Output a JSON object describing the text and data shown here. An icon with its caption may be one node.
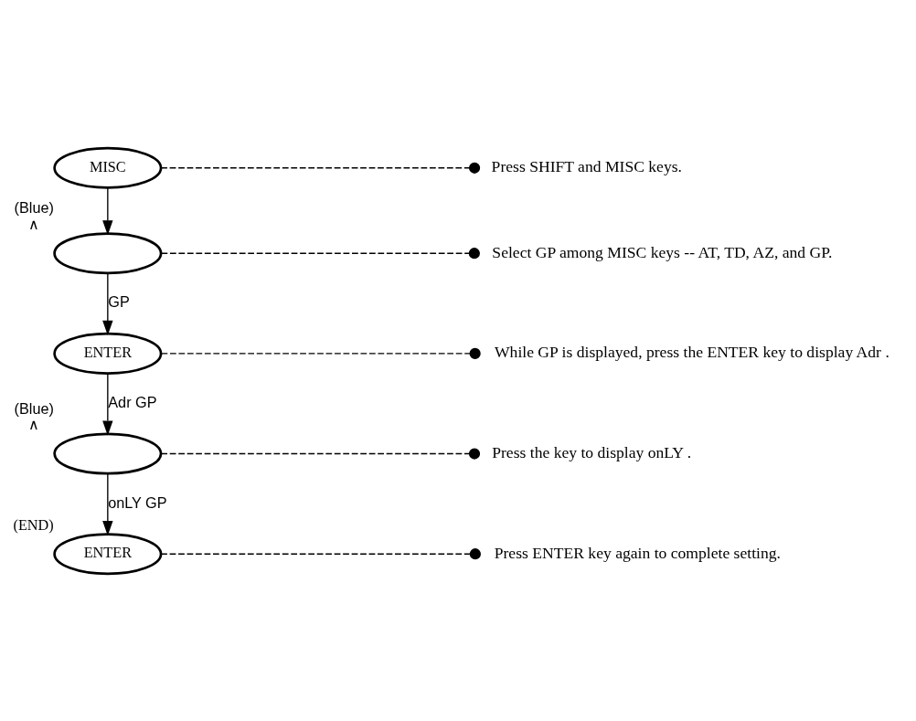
{
  "diagram": {
    "nodes": [
      {
        "text": [
          "MISC"
        ]
      },
      {
        "text": [],
        "shape": "oval",
        "beside": [
          "(Blue)",
          "∧"
        ]
      },
      {
        "text": [
          "ENTER"
        ]
      },
      {
        "text": [],
        "shape": "oval",
        "beside": [
          "(Blue)",
          "∧"
        ]
      },
      {
        "text": [
          "ENTER"
        ],
        "beside": [
          "(END)"
        ]
      },
      {
        "text": [
          "Press SHIFT and MISC keys."
        ]
      },
      {
        "text": [
          "Select GP among MISC keys -- AT, TD, AZ, and GP."
        ]
      },
      {
        "text": [
          "While GP is displayed, press the ENTER key to display Adr ."
        ]
      },
      {
        "text": [
          "Press the key to display onLY ."
        ]
      },
      {
        "text": [
          "Press ENTER key again to complete setting."
        ]
      }
    ],
    "edges": [
      {
        "from": 0,
        "to": 1,
        "arrow": "to"
      },
      {
        "from": 1,
        "to": 2,
        "arrow": "to",
        "label": "GP"
      },
      {
        "from": 2,
        "to": 3,
        "arrow": "to",
        "label": "Adr GP"
      },
      {
        "from": 3,
        "to": 4,
        "arrow": "to",
        "label": "onLY GP"
      },
      {
        "from": 0,
        "to": 5,
        "arrow": "other",
        "style": "dashed"
      },
      {
        "from": 1,
        "to": 6,
        "arrow": "other",
        "style": "dashed"
      },
      {
        "from": 2,
        "to": 7,
        "arrow": "other",
        "style": "dashed"
      },
      {
        "from": 3,
        "to": 8,
        "arrow": "other",
        "style": "dashed"
      },
      {
        "from": 4,
        "to": 9,
        "arrow": "other",
        "style": "dashed"
      }
    ]
  }
}
